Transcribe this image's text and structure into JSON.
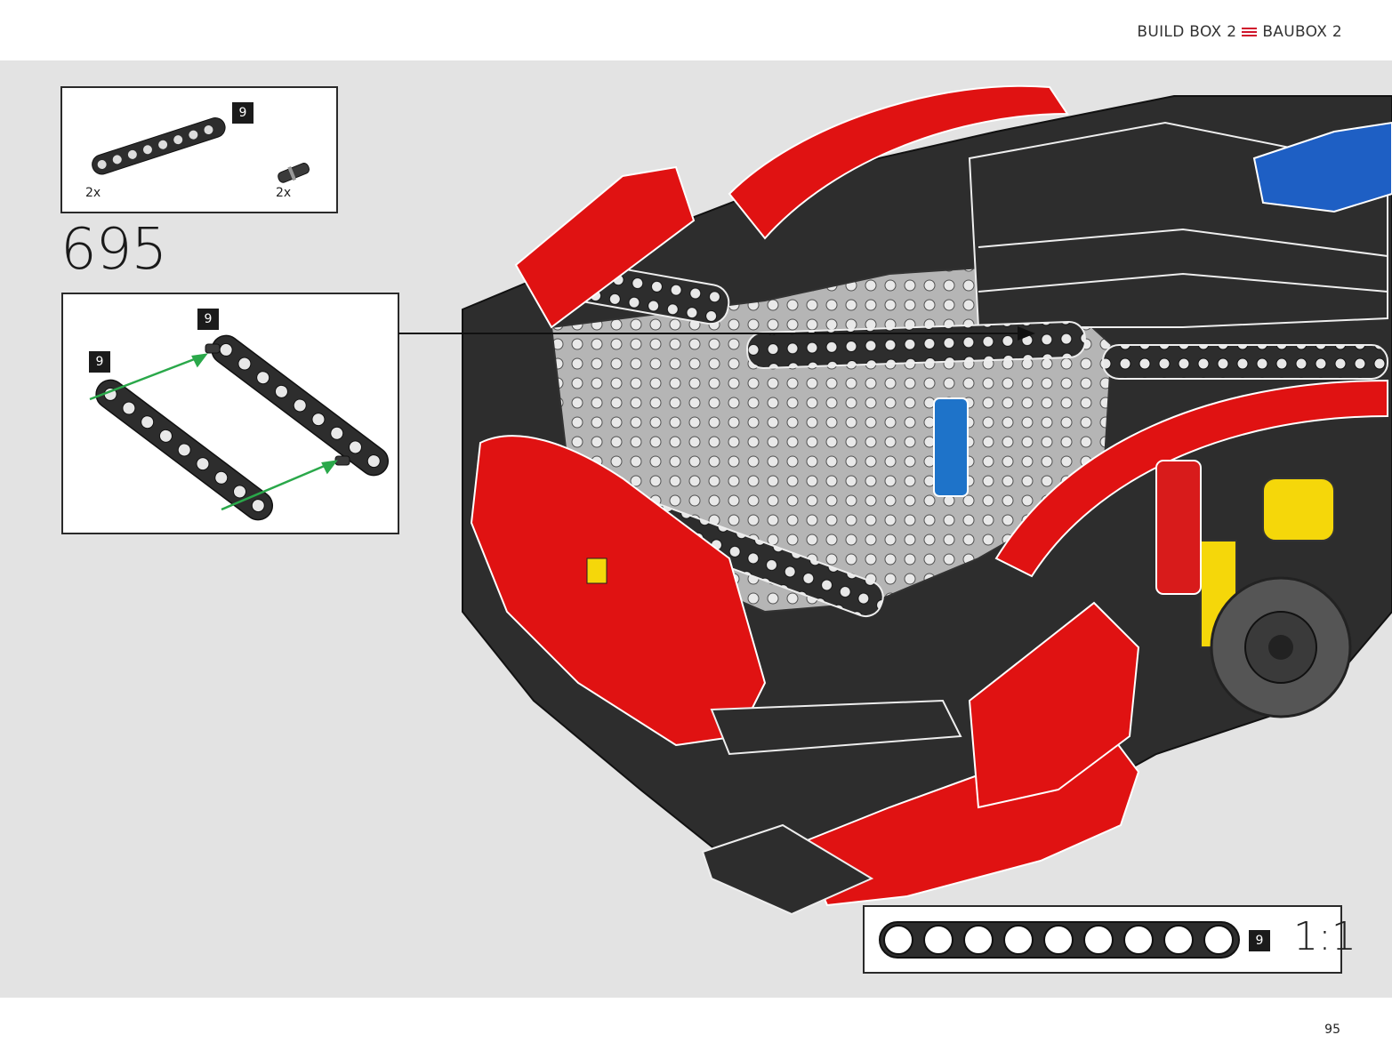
{
  "header": {
    "left_label": "BUILD BOX 2",
    "right_label": "BAUBOX 2",
    "divider_icon": "triple-bar-icon",
    "divider_color": "#d0152c"
  },
  "parts_list": {
    "items": [
      {
        "name": "technic-liftarm-1x9",
        "badge": "9",
        "quantity": "2x"
      },
      {
        "name": "technic-pin",
        "quantity": "2x"
      }
    ]
  },
  "step": {
    "number": "695"
  },
  "callout": {
    "badge_top": "9",
    "badge_left": "9"
  },
  "scale_ruler": {
    "badge": "9",
    "ratio": "1:1"
  },
  "footer": {
    "page_number": "95"
  },
  "colors": {
    "technic_red": "#e01212",
    "technic_black": "#2d2d2d",
    "technic_gray": "#9a9a9a",
    "technic_blue": "#1e5fc4",
    "technic_yellow": "#f5d70a",
    "arrow_green": "#2aa84a",
    "background": "#e3e3e3"
  }
}
